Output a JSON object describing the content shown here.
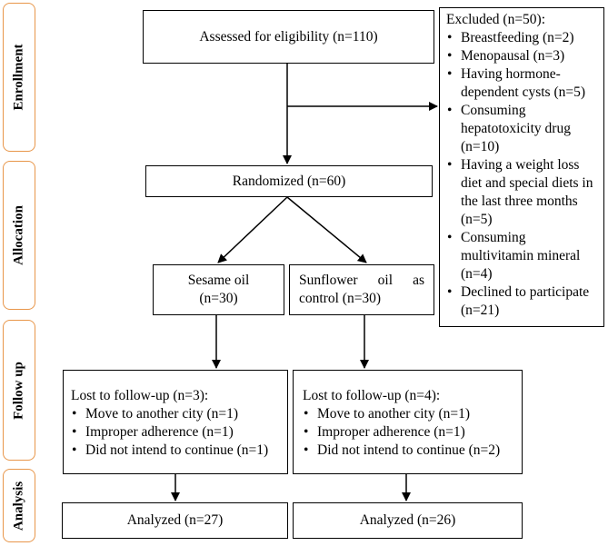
{
  "phases": {
    "enrollment": "Enrollment",
    "allocation": "Allocation",
    "follow_up": "Follow up",
    "analysis": "Analysis"
  },
  "assessed": "Assessed for eligibility (n=110)",
  "excluded": {
    "title": "Excluded (n=50):",
    "items": [
      "Breastfeeding (n=2)",
      "Menopausal (n=3)",
      "Having hormone-dependent cysts (n=5)",
      "Consuming hepatotoxicity drug (n=10)",
      "Having a weight loss diet and special diets in the last three months (n=5)",
      "Consuming multivitamin mineral (n=4)",
      "Declined to participate (n=21)"
    ]
  },
  "randomized": "Randomized (n=60)",
  "groups": {
    "sesame": {
      "line1": "Sesame oil",
      "line2": "(n=30)"
    },
    "sunflower": {
      "line1": "Sunflower oil as",
      "line2": "control (n=30)"
    }
  },
  "followup": {
    "left": {
      "title": "Lost to follow-up (n=3):",
      "items": [
        "Move to another city (n=1)",
        "Improper adherence (n=1)",
        "Did not intend to continue (n=1)"
      ]
    },
    "right": {
      "title": "Lost to follow-up (n=4):",
      "items": [
        "Move to another city (n=1)",
        "Improper adherence (n=1)",
        "Did not intend to continue (n=2)"
      ]
    }
  },
  "analyzed": {
    "left": "Analyzed (n=27)",
    "right": "Analyzed (n=26)"
  }
}
